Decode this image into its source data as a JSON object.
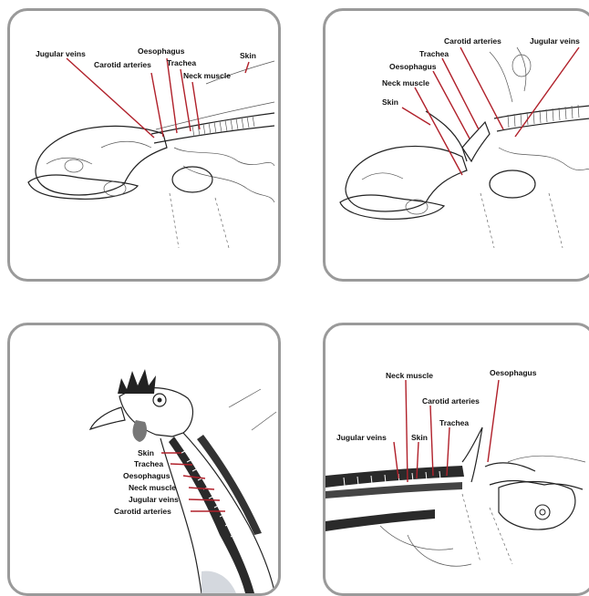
{
  "panels": [
    {
      "labels": {
        "jugular_veins": "Jugular veins",
        "oesophagus": "Oesophagus",
        "carotid_arteries": "Carotid arteries",
        "trachea": "Trachea",
        "skin": "Skin",
        "neck_muscle": "Neck muscle"
      }
    },
    {
      "labels": {
        "carotid_arteries": "Carotid arteries",
        "jugular_veins": "Jugular veins",
        "trachea": "Trachea",
        "oesophagus": "Oesophagus",
        "neck_muscle": "Neck muscle",
        "skin": "Skin"
      }
    },
    {
      "labels": {
        "skin": "Skin",
        "trachea": "Trachea",
        "oesophagus": "Oesophagus",
        "neck_muscle": "Neck muscle",
        "jugular_veins": "Jugular veins",
        "carotid_arteries": "Carotid arteries"
      }
    },
    {
      "labels": {
        "neck_muscle": "Neck muscle",
        "oesophagus": "Oesophagus",
        "carotid_arteries": "Carotid arteries",
        "trachea": "Trachea",
        "jugular_veins": "Jugular veins",
        "skin": "Skin"
      }
    }
  ],
  "colors": {
    "leader_line": "#b0202a",
    "panel_border": "#9a9a9a",
    "ink": "#222222"
  }
}
